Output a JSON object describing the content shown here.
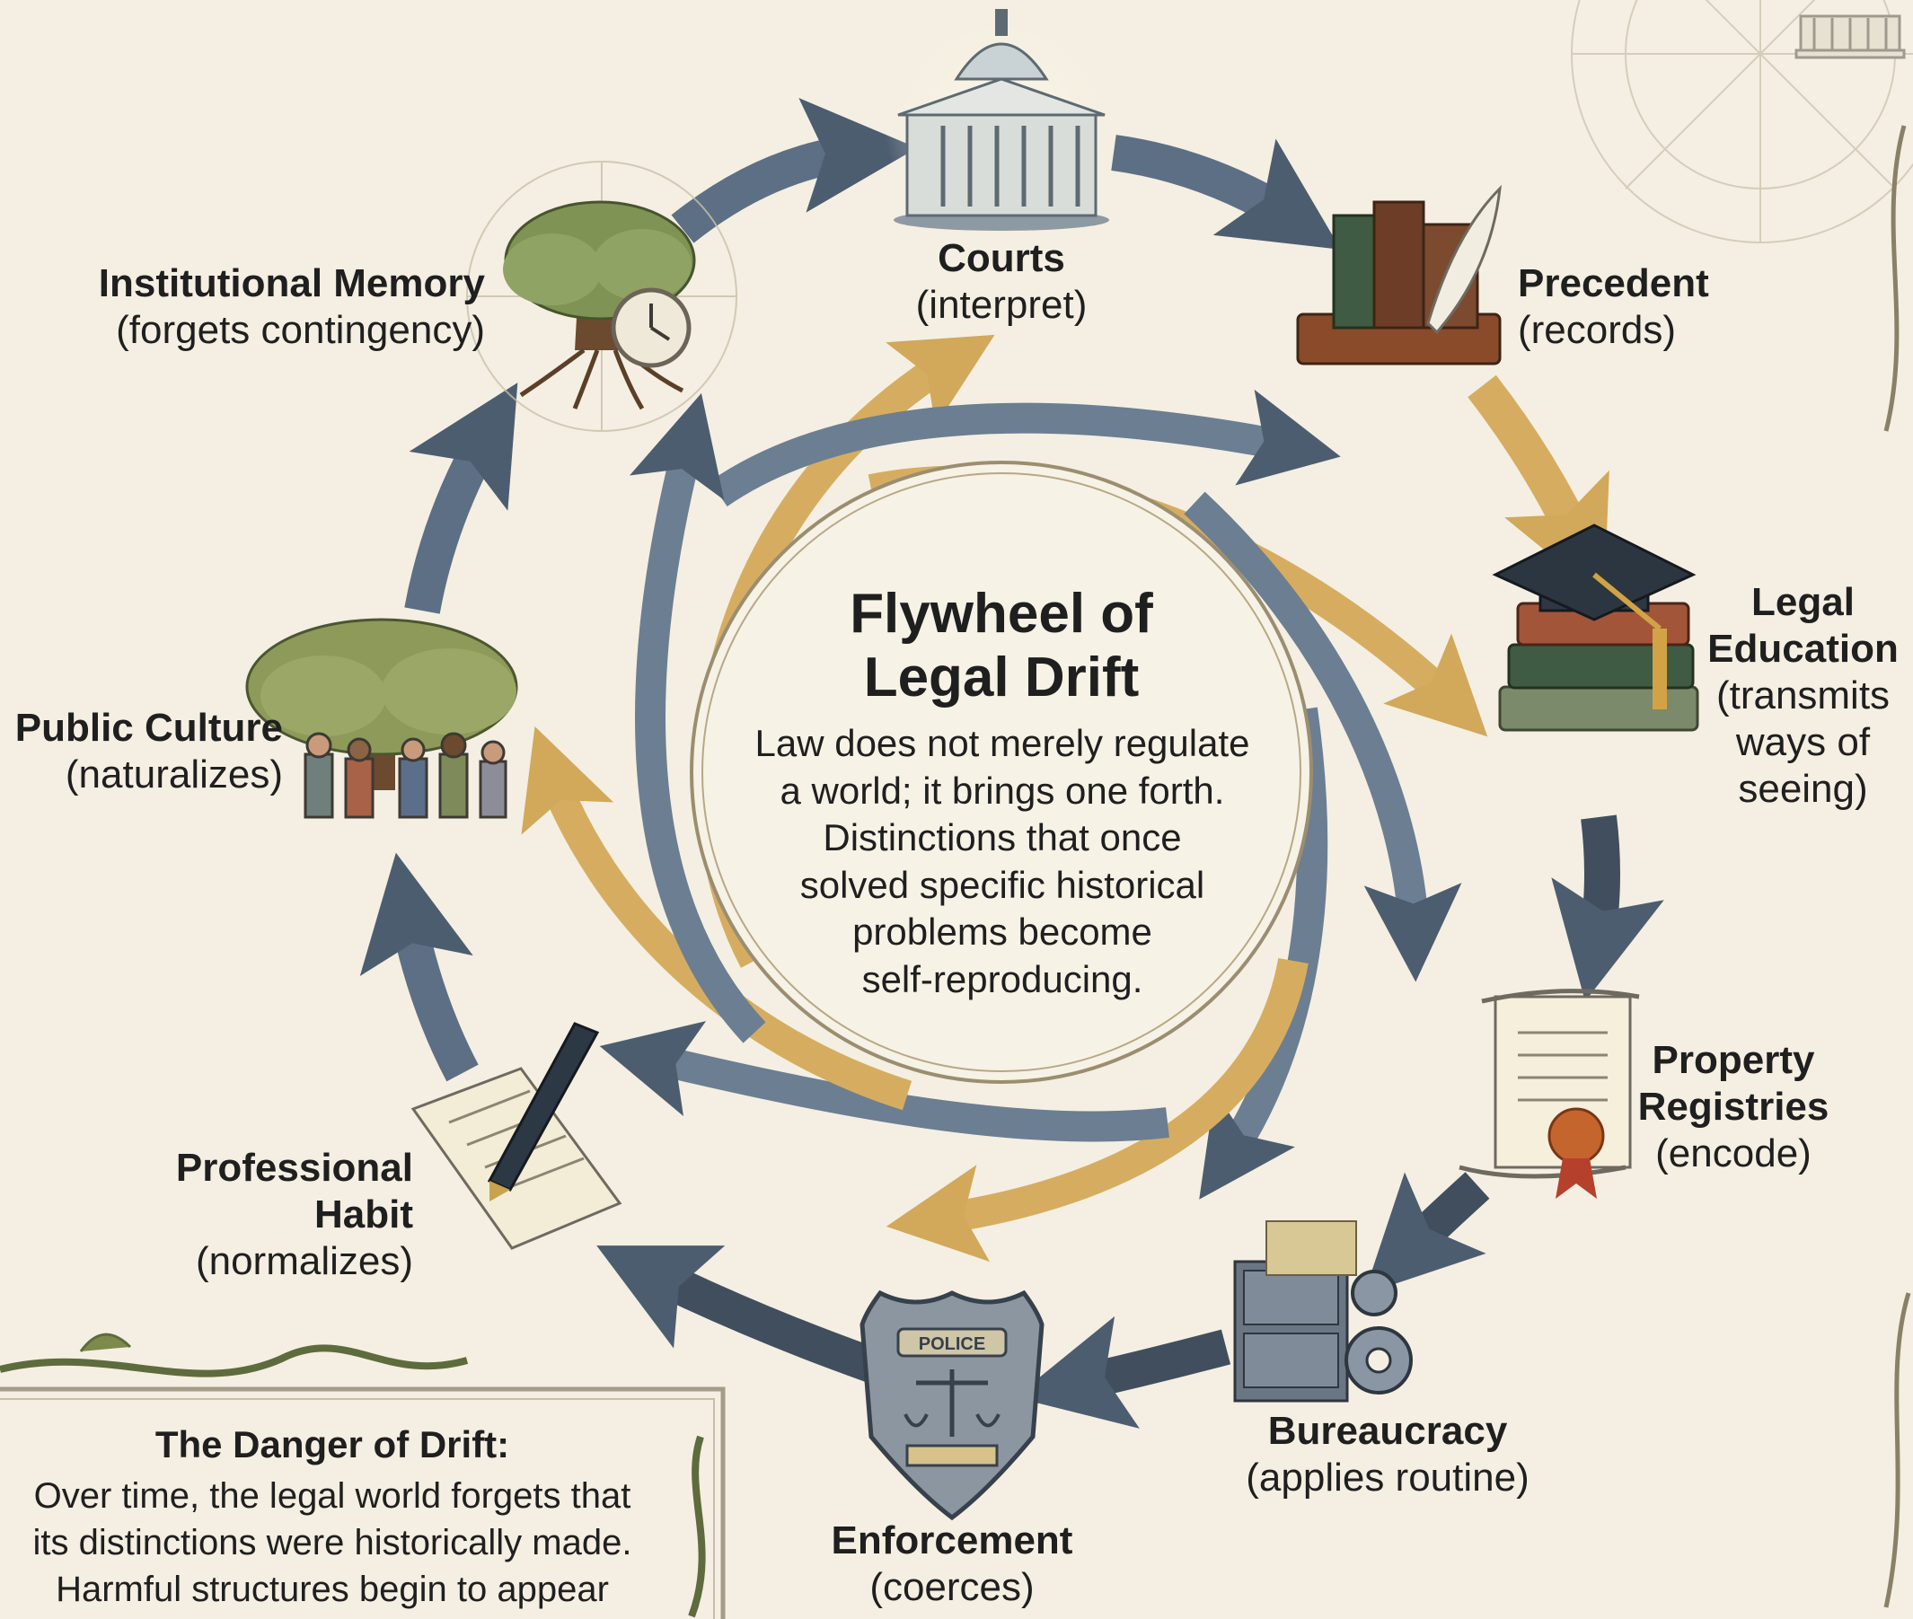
{
  "diagram": {
    "title": "Flywheel of Legal Drift",
    "title_line1": "Flywheel of",
    "title_line2": "Legal Drift",
    "description_lines": [
      "Law does not merely regulate",
      "a world; it brings one forth.",
      "Distinctions that once",
      "solved specific historical",
      "problems become",
      "self-reproducing."
    ],
    "nodes": [
      {
        "id": "courts",
        "title": "Courts",
        "subtitle": "(interpret)",
        "icon": "courthouse-icon"
      },
      {
        "id": "precedent",
        "title": "Precedent",
        "subtitle": "(records)",
        "icon": "books-quill-icon"
      },
      {
        "id": "legal-education",
        "title_lines": [
          "Legal",
          "Education"
        ],
        "subtitle_lines": [
          "(transmits",
          "ways of",
          "seeing)"
        ],
        "icon": "graduation-cap-icon"
      },
      {
        "id": "property-registries",
        "title_lines": [
          "Property",
          "Registries"
        ],
        "subtitle": "(encode)",
        "icon": "deed-scroll-icon"
      },
      {
        "id": "bureaucracy",
        "title": "Bureaucracy",
        "subtitle": "(applies routine)",
        "icon": "filing-cabinet-gears-icon"
      },
      {
        "id": "enforcement",
        "title": "Enforcement",
        "subtitle": "(coerces)",
        "icon": "police-badge-icon",
        "badge_text": "POLICE"
      },
      {
        "id": "professional-habit",
        "title_lines": [
          "Professional",
          "Habit"
        ],
        "subtitle": "(normalizes)",
        "icon": "pen-notepad-icon"
      },
      {
        "id": "public-culture",
        "title": "Public Culture",
        "subtitle": "(naturalizes)",
        "icon": "tree-people-icon"
      },
      {
        "id": "institutional-memory",
        "title": "Institutional Memory",
        "subtitle": "(forgets contingency)",
        "icon": "tree-clock-icon"
      }
    ],
    "danger": {
      "title": "The Danger of Drift:",
      "lines": [
        "Over time, the legal world forgets that",
        "its distinctions were historically made.",
        "Harmful structures begin to appear"
      ]
    }
  },
  "colors": {
    "background": "#f4efe2",
    "arrow_slate": "#5d6f84",
    "arrow_slate_dark": "#414e5e",
    "arrow_gold": "#d6ad60",
    "text": "#1f1f1f",
    "vine": "#6b7a45"
  }
}
